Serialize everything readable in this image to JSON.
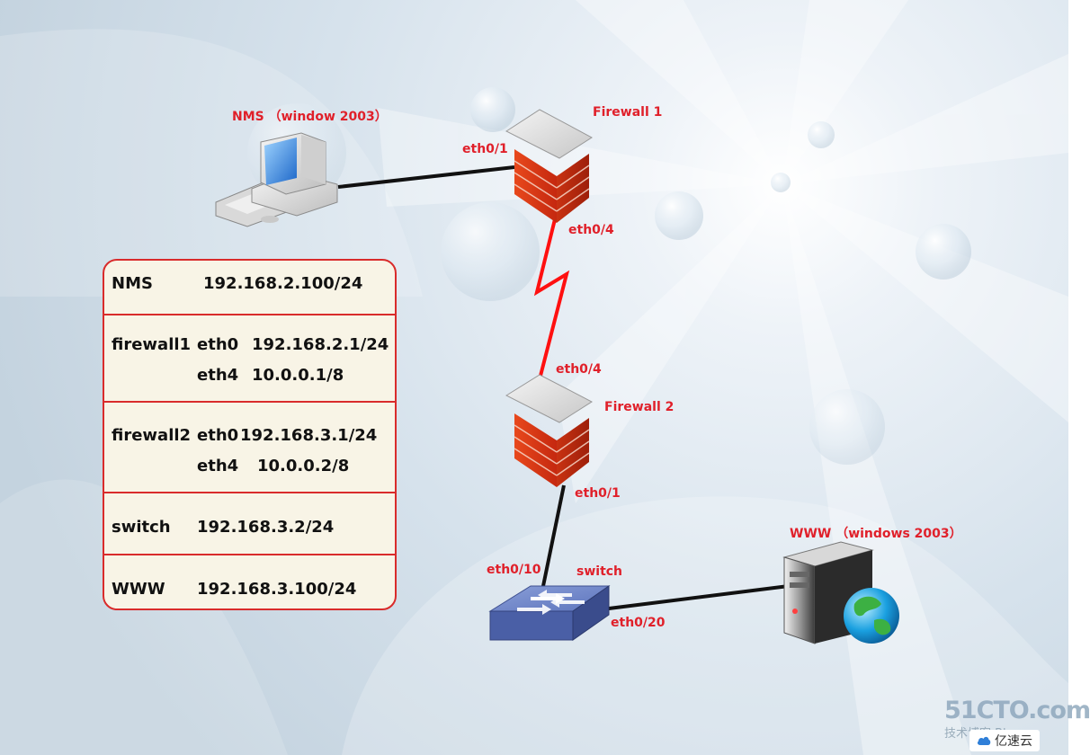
{
  "devices": {
    "nms_label": "NMS （window 2003）",
    "firewall1_label": "Firewall 1",
    "firewall2_label": "Firewall 2",
    "switch_label": "switch",
    "www_label": "WWW （windows 2003）"
  },
  "ports": {
    "fw1_eth0_1": "eth0/1",
    "fw1_eth0_4": "eth0/4",
    "fw2_eth0_4": "eth0/4",
    "fw2_eth0_1": "eth0/1",
    "sw_eth0_10": "eth0/10",
    "sw_eth0_20": "eth0/20"
  },
  "address_table": {
    "nms": {
      "name": "NMS",
      "ip": "192.168.2.100/24"
    },
    "firewall1": {
      "name": "firewall1",
      "if1": "eth0",
      "ip1": "192.168.2.1/24",
      "if2": "eth4",
      "ip2": "10.0.0.1/8"
    },
    "firewall2": {
      "name": "firewall2",
      "if1": "eth0",
      "ip1": "192.168.3.1/24",
      "if2": "eth4",
      "ip2": "10.0.0.2/8"
    },
    "switch": {
      "name": "switch",
      "ip": "192.168.3.2/24"
    },
    "www": {
      "name": "WWW",
      "ip": "192.168.3.100/24"
    }
  },
  "watermark": {
    "site": "51CTO.com",
    "sub": "技术博客  Blog"
  },
  "badge": {
    "text": "亿速云"
  },
  "colors": {
    "label_red": "#e0202a",
    "table_border": "#d92b2b",
    "table_fill": "#f8f4e6"
  }
}
